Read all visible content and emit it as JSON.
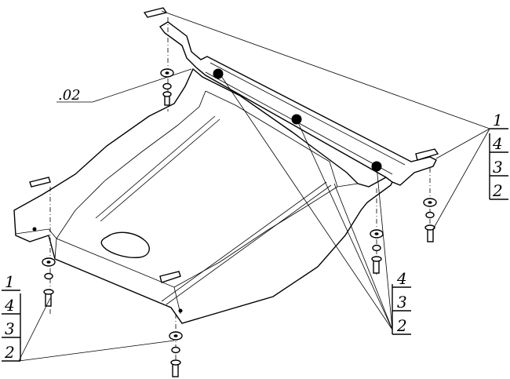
{
  "labels": {
    "part_ref": ".02",
    "stack_right_top": [
      "1",
      "4",
      "3",
      "2"
    ],
    "stack_left": [
      "1",
      "4",
      "3",
      "2"
    ],
    "stack_bottom_right": [
      "4",
      "3",
      "2"
    ]
  }
}
